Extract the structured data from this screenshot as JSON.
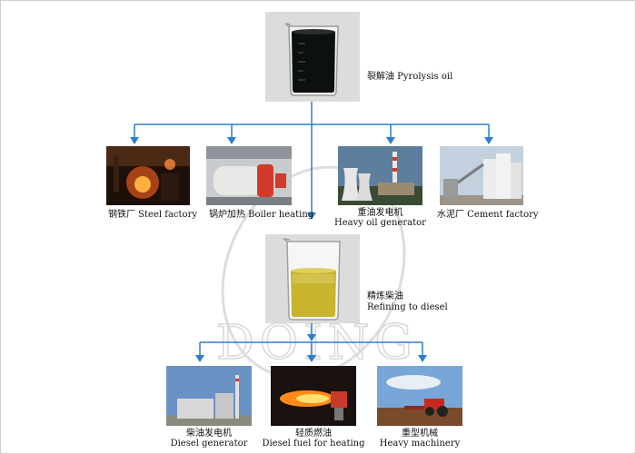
{
  "source": {
    "label": "裂解油 Pyrolysis oil"
  },
  "uses": [
    {
      "label": "钢铁厂  Steel factory"
    },
    {
      "label": "锅炉加热 Boiler heating"
    },
    {
      "label_cn": "重油发电机",
      "label_en": "Heavy oil generator"
    },
    {
      "label": "水泥厂 Cement factory"
    }
  ],
  "refining": {
    "label_cn": "精炼柴油",
    "label_en": "Refining to diesel"
  },
  "diesel_uses": [
    {
      "label_cn": "柴油发电机",
      "label_en": "Diesel generator"
    },
    {
      "label_cn": "轻质燃油",
      "label_en": "Diesel fuel for heating"
    },
    {
      "label_cn": "重型机械",
      "label_en": "Heavy machinery"
    }
  ],
  "watermark": "DOING",
  "colors": {
    "arrow": "#2e7fc9",
    "image_bg": "#dcdcdc"
  }
}
